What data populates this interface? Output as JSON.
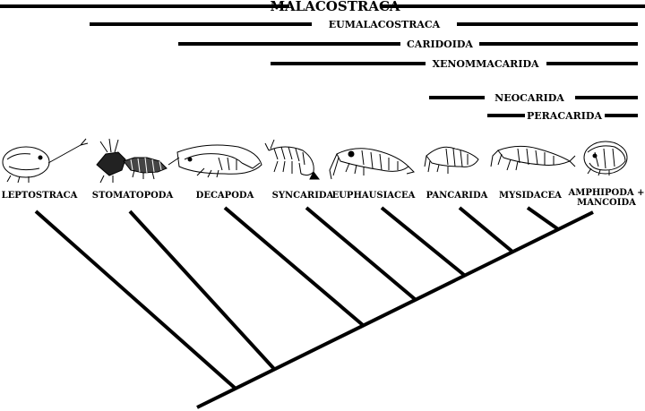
{
  "groups": [
    {
      "label": "MALACOSTRACA",
      "emphasis": "large"
    },
    {
      "label": "EUMALACOSTRACA"
    },
    {
      "label": "CARIDOIDA"
    },
    {
      "label": "XENOMMACARIDA"
    },
    {
      "label": "NEOCARIDA"
    },
    {
      "label": "PERACARIDA"
    }
  ],
  "taxa": [
    {
      "label": "LEPTOSTRACA",
      "icon": "leptostracan-icon"
    },
    {
      "label": "STOMATOPODA",
      "icon": "mantis-shrimp-icon"
    },
    {
      "label": "DECAPODA",
      "icon": "shrimp-icon"
    },
    {
      "label": "SYNCARIDA",
      "icon": "syncarid-icon"
    },
    {
      "label": "EUPHAUSIACEA",
      "icon": "krill-icon"
    },
    {
      "label": "PANCARIDA",
      "icon": "pancarid-icon"
    },
    {
      "label": "MYSIDACEA",
      "icon": "mysid-icon"
    },
    {
      "label_lines": [
        "AMPHIPODA +",
        "MANCOIDA"
      ],
      "icon": "amphipod-icon"
    }
  ],
  "colors": {
    "ink": "#000000",
    "background": "#ffffff"
  }
}
